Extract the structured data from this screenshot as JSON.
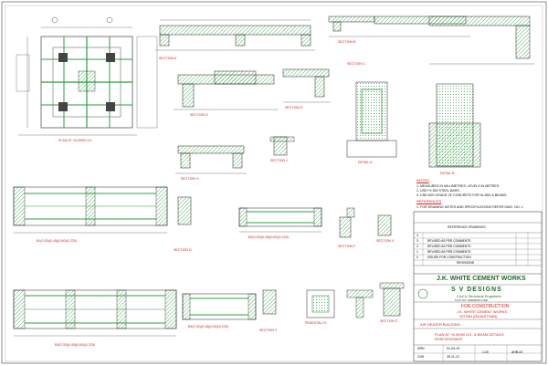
{
  "colors": {
    "line": "#222222",
    "hatch": "#2e9e3e",
    "label": "#d42020",
    "frame": "#444444"
  },
  "views": {
    "plan": "PLAN AT +8.000M LVL.",
    "sec_a1": "SECTION A",
    "sec_b1": "SECTION B",
    "sec_c1": "SECTION C",
    "sec_d": "SECTION D",
    "sec_e": "SECTION E",
    "sec_h": "SECTION H",
    "detail_a": "DETAIL A",
    "detail_b": "DETAIL B",
    "beam1": "B1(0.30)(0.45)(0.60)(0.225)",
    "beam2": "B2(0.30)(0.45)(0.60)(0.225)",
    "beam3": "B3(0.30)(0.45)(0.60)(0.225)",
    "beam4": "B4(0.30)(0.45)(0.60)(0.225)",
    "sec_g": "SECTION G",
    "sec_f": "SECTION F",
    "sec_x": "SECTION X",
    "sec_y": "SECTION Y",
    "sec_z": "SECTION Z",
    "pedestal": "PEDESTAL P1",
    "sec_tiny": "SECTION J"
  },
  "notes": {
    "heading": "NOTES",
    "items": [
      "1. MEASURED IN MILLIMETRES, LEVELS IN METRES.",
      "2. USE Fe 500 STEEL BARS.",
      "3. USE M20 GRADE OF CONCRETE FOR SLABS & BEAMS."
    ],
    "refs_heading": "REFERENCES",
    "refs_items": [
      "1. FOR DRAWING NOTES AND SPECIFICATIONS REFER DWG. NO. 1."
    ]
  },
  "title_block": {
    "client": "J.K. WHITE CEMENT WORKS",
    "firm": "S V DESIGNS",
    "firm_sub": "Civil & Structural Engineers",
    "firm_addr": "FLAT NO. ADDRESS LINE",
    "status": "FOR CONSTRUCTION",
    "project": "J.K. WHITE CEMENT WORKS",
    "location": "GOTAN (RAJASTHAN)",
    "building": "AIR HEATER BUILDING",
    "drawing_title": "PLAN AT +8.000M LVL. & BEAM DETAILS",
    "drawing_sub": "REINFORCEMENT",
    "revisions_heading": "REVISIONS",
    "reference_heading": "REFERENCE DRAWINGS",
    "rev_rows": [
      {
        "rev": "4",
        "date": "",
        "desc": "",
        "by": ""
      },
      {
        "rev": "3",
        "date": "",
        "desc": "REVISED AS PER COMMENTS",
        "by": ""
      },
      {
        "rev": "2",
        "date": "",
        "desc": "REVISED AS PER COMMENTS",
        "by": ""
      },
      {
        "rev": "1",
        "date": "",
        "desc": "REVISED AS PER COMMENTS",
        "by": ""
      },
      {
        "rev": "0",
        "date": "",
        "desc": "ISSUED FOR CONSTRUCTION",
        "by": ""
      }
    ],
    "drawn": "DRN",
    "checked": "CHK",
    "scale": "1:20",
    "date1": "01-04-13",
    "date2": "25-11-13",
    "sheet_no": "AHB-02"
  }
}
